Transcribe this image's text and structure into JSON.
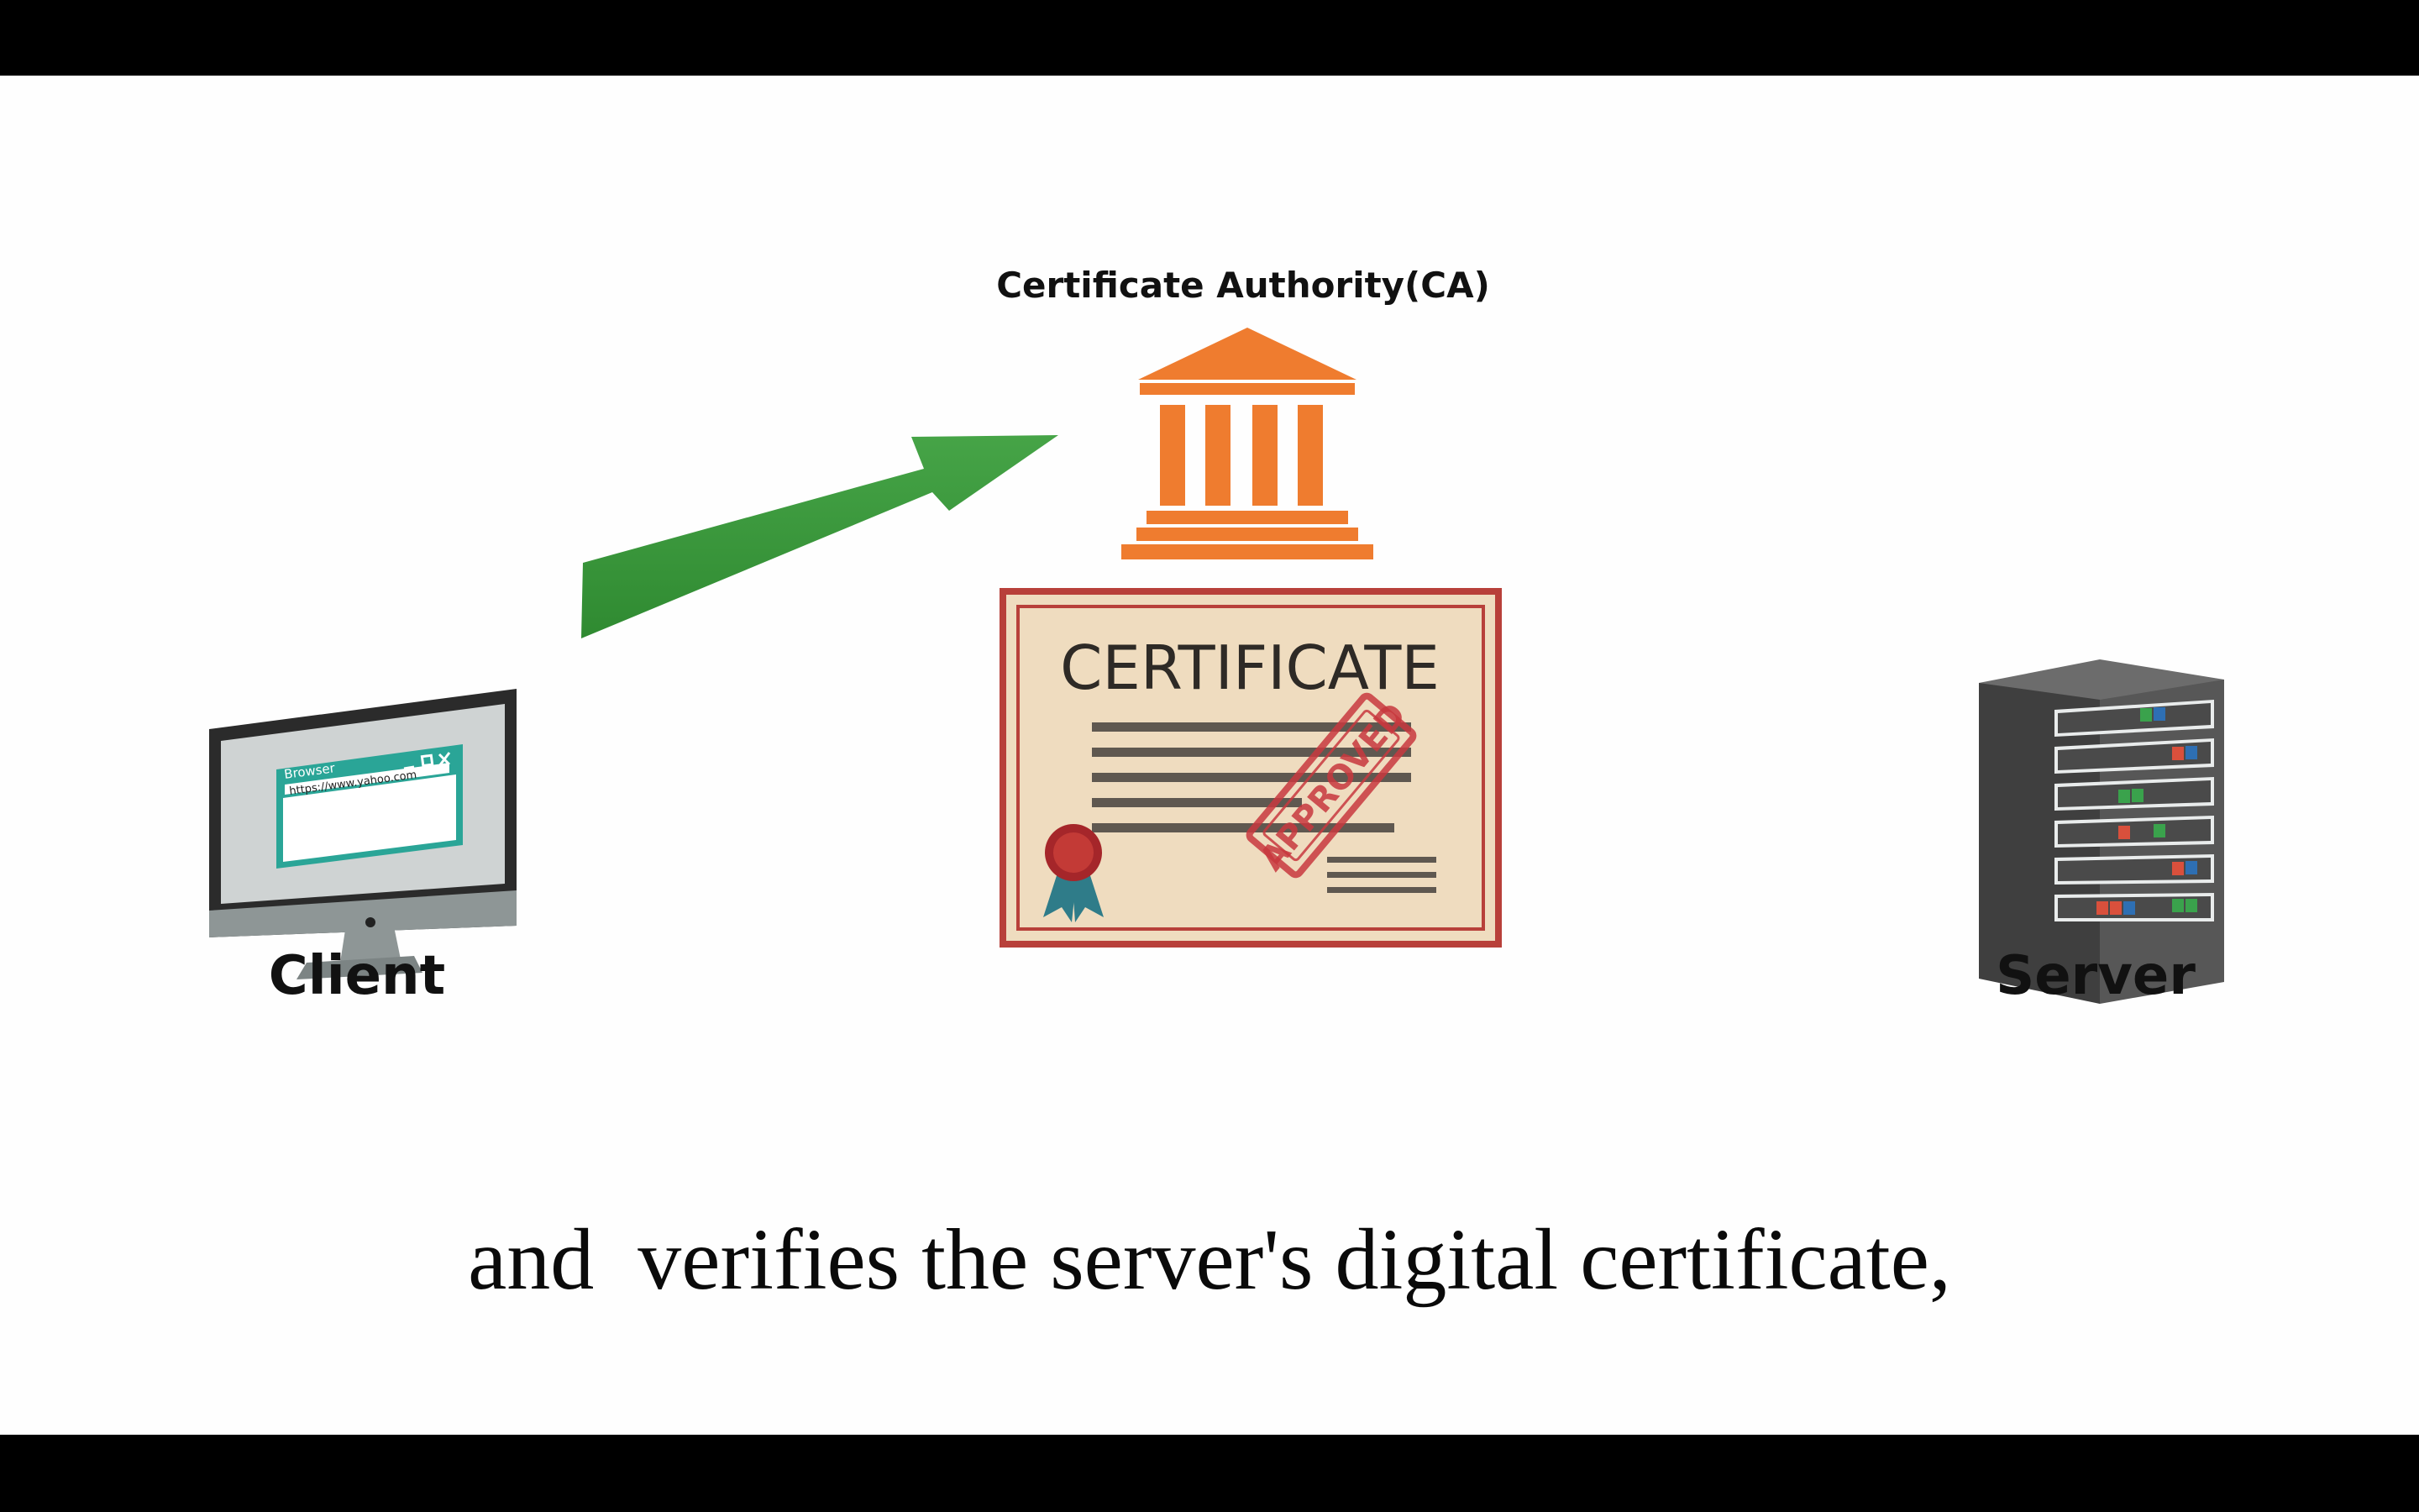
{
  "diagram": {
    "ca_label": "Certificate Authority(CA)",
    "client_label": "Client",
    "server_label": "Server",
    "certificate_title": "CERTIFICATE",
    "stamp_text": "APPROVED",
    "browser": {
      "title": "Browser",
      "url": "https://www.yahoo.com"
    }
  },
  "subtitle": "and  verifies the server's digital certificate,",
  "colors": {
    "arrow": "#3c9a3d",
    "institution": "#ef7c2f",
    "certificate_border": "#b8403a",
    "browser_accent": "#2aa597",
    "server_body": "#555555"
  },
  "icons": [
    "computer-monitor-icon",
    "institution-building-icon",
    "certificate-icon",
    "server-rack-icon",
    "arrow-icon"
  ]
}
